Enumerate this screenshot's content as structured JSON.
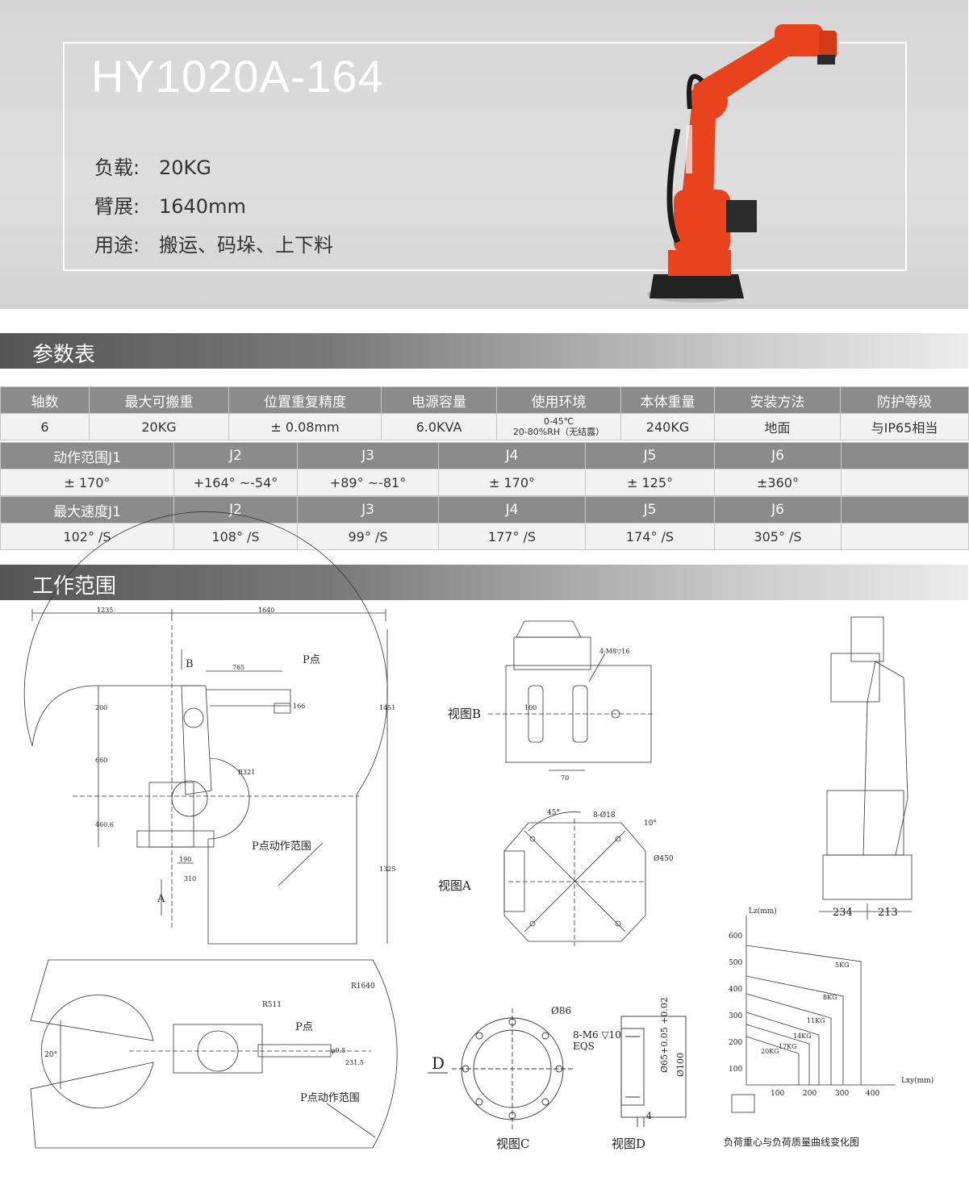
{
  "hero": {
    "model": "HY1020A-164",
    "specs": [
      {
        "label": "负载:",
        "value": "20KG"
      },
      {
        "label": "臂展:",
        "value": "1640mm"
      },
      {
        "label": "用途:",
        "value": "搬运、码垛、上下料"
      }
    ]
  },
  "colors": {
    "robot_orange": "#e8431c",
    "bar_dark": "#555555",
    "table_header": "#8b8b8b"
  },
  "sections": {
    "params": "参数表",
    "workspace": "工作范围"
  },
  "table1": {
    "headers": [
      "轴数",
      "最大可搬重",
      "位置重复精度",
      "电源容量",
      "使用环境",
      "本体重量",
      "安装方法",
      "防护等级"
    ],
    "values": [
      "6",
      "20KG",
      "± 0.08mm",
      "6.0KVA",
      "0-45℃",
      "240KG",
      "地面",
      "与IP65相当"
    ],
    "env_line2": "20-80%RH（无结露）"
  },
  "table2": {
    "headers": [
      "动作范围J1",
      "J2",
      "J3",
      "J4",
      "J5",
      "J6",
      ""
    ],
    "values": [
      "± 170°",
      "+164°  ~-54°",
      "+89°  ~-81°",
      "± 170°",
      "± 125°",
      "±360°",
      ""
    ]
  },
  "table3": {
    "headers": [
      "最大速度J1",
      "J2",
      "J3",
      "J4",
      "J5",
      "J6",
      ""
    ],
    "values": [
      "102°  /S",
      "108°  /S",
      "99°  /S",
      "177°  /S",
      "174°  /S",
      "305°  /S",
      ""
    ]
  },
  "drawings": {
    "side": {
      "dims": [
        "1235",
        "1640",
        "765",
        "200",
        "660",
        "460.6",
        "1451",
        "1325",
        "R321",
        "190",
        "310",
        "166"
      ],
      "labels": [
        "B",
        "P点",
        "P点动作范围",
        "A"
      ]
    },
    "top": {
      "dims": [
        "R1640",
        "R511",
        "20°",
        "231.5",
        "φ9.5"
      ],
      "labels": [
        "P点",
        "P点动作范围"
      ]
    },
    "viewB": {
      "caption": "视图B",
      "dims": [
        "4-M8▽16",
        "100",
        "70"
      ]
    },
    "viewA": {
      "caption": "视图A",
      "dims": [
        "45°",
        "8-Ø18",
        "10°",
        "Ø450"
      ]
    },
    "viewC": {
      "caption": "视图C",
      "dims": [
        "Ø86",
        "8-M6 ▽10",
        "EQS"
      ],
      "arrow": "D"
    },
    "viewD": {
      "caption": "视图D",
      "dims": [
        "Ø65+0.05 +0.02",
        "Ø100",
        "4"
      ]
    },
    "front": {
      "dims": [
        "234",
        "213"
      ]
    },
    "load": {
      "caption": "负荷重心与负荷质量曲线变化图",
      "ylabel": "Lz(mm)",
      "xlabel": "Lxy(mm)",
      "yticks": [
        "600",
        "500",
        "400",
        "300",
        "200",
        "100"
      ],
      "xticks": [
        "100",
        "200",
        "300",
        "400"
      ],
      "curves": [
        "5KG",
        "8KG",
        "11KG",
        "14KG",
        "17KG",
        "20KG"
      ]
    }
  }
}
